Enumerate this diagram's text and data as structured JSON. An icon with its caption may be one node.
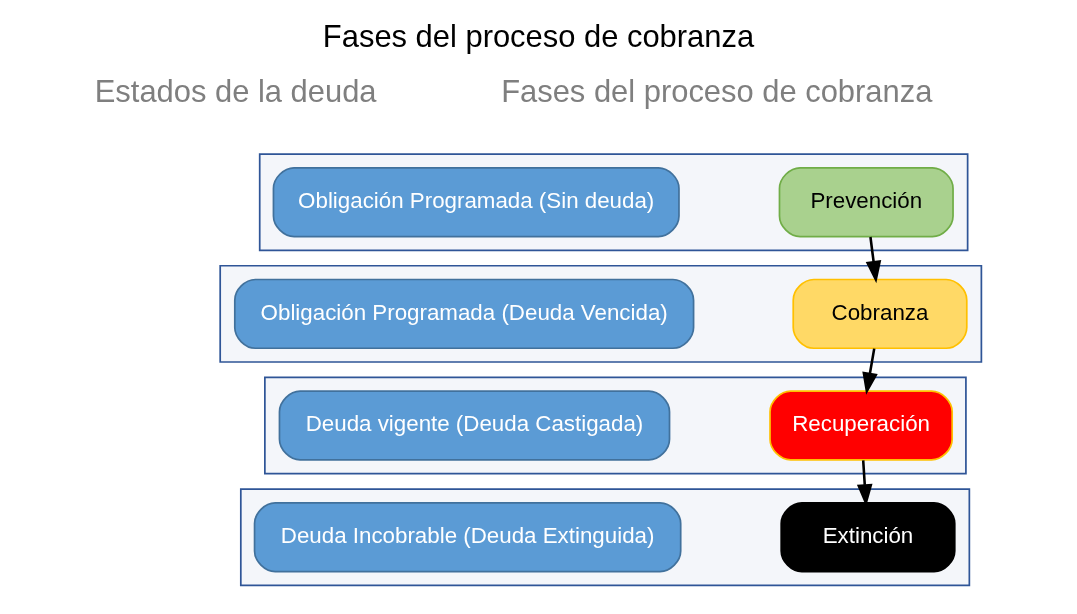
{
  "diagram": {
    "title": "Fases del proceso de cobranza",
    "nodes": [
      {
        "text": [],
        "shape": "box"
      },
      {
        "text": [
          "Obligación Programada (Sin deuda)"
        ],
        "in": 0
      },
      {
        "text": [
          "Prevención"
        ],
        "in": 0
      },
      {
        "text": [],
        "shape": "box"
      },
      {
        "text": [
          "Obligación Programada (Deuda Vencida)"
        ],
        "in": 3
      },
      {
        "text": [
          "Cobranza"
        ],
        "in": 3
      },
      {
        "text": [],
        "shape": "box"
      },
      {
        "text": [
          "Deuda vigente (Deuda Castigada)"
        ],
        "in": 6
      },
      {
        "text": [
          "Recuperación"
        ],
        "in": 6
      },
      {
        "text": [],
        "shape": "box"
      },
      {
        "text": [
          "Deuda Incobrable (Deuda Extinguida)"
        ],
        "in": 9
      },
      {
        "text": [
          "Extinción"
        ],
        "in": 9
      }
    ],
    "edges": [
      {
        "from": 2,
        "to": 5,
        "arrow": "to"
      },
      {
        "from": 5,
        "to": 8,
        "arrow": "to"
      },
      {
        "from": 8,
        "to": 11,
        "arrow": "to"
      }
    ],
    "labels": [
      "Estados de la deuda",
      "Fases del proceso de cobranza"
    ]
  }
}
